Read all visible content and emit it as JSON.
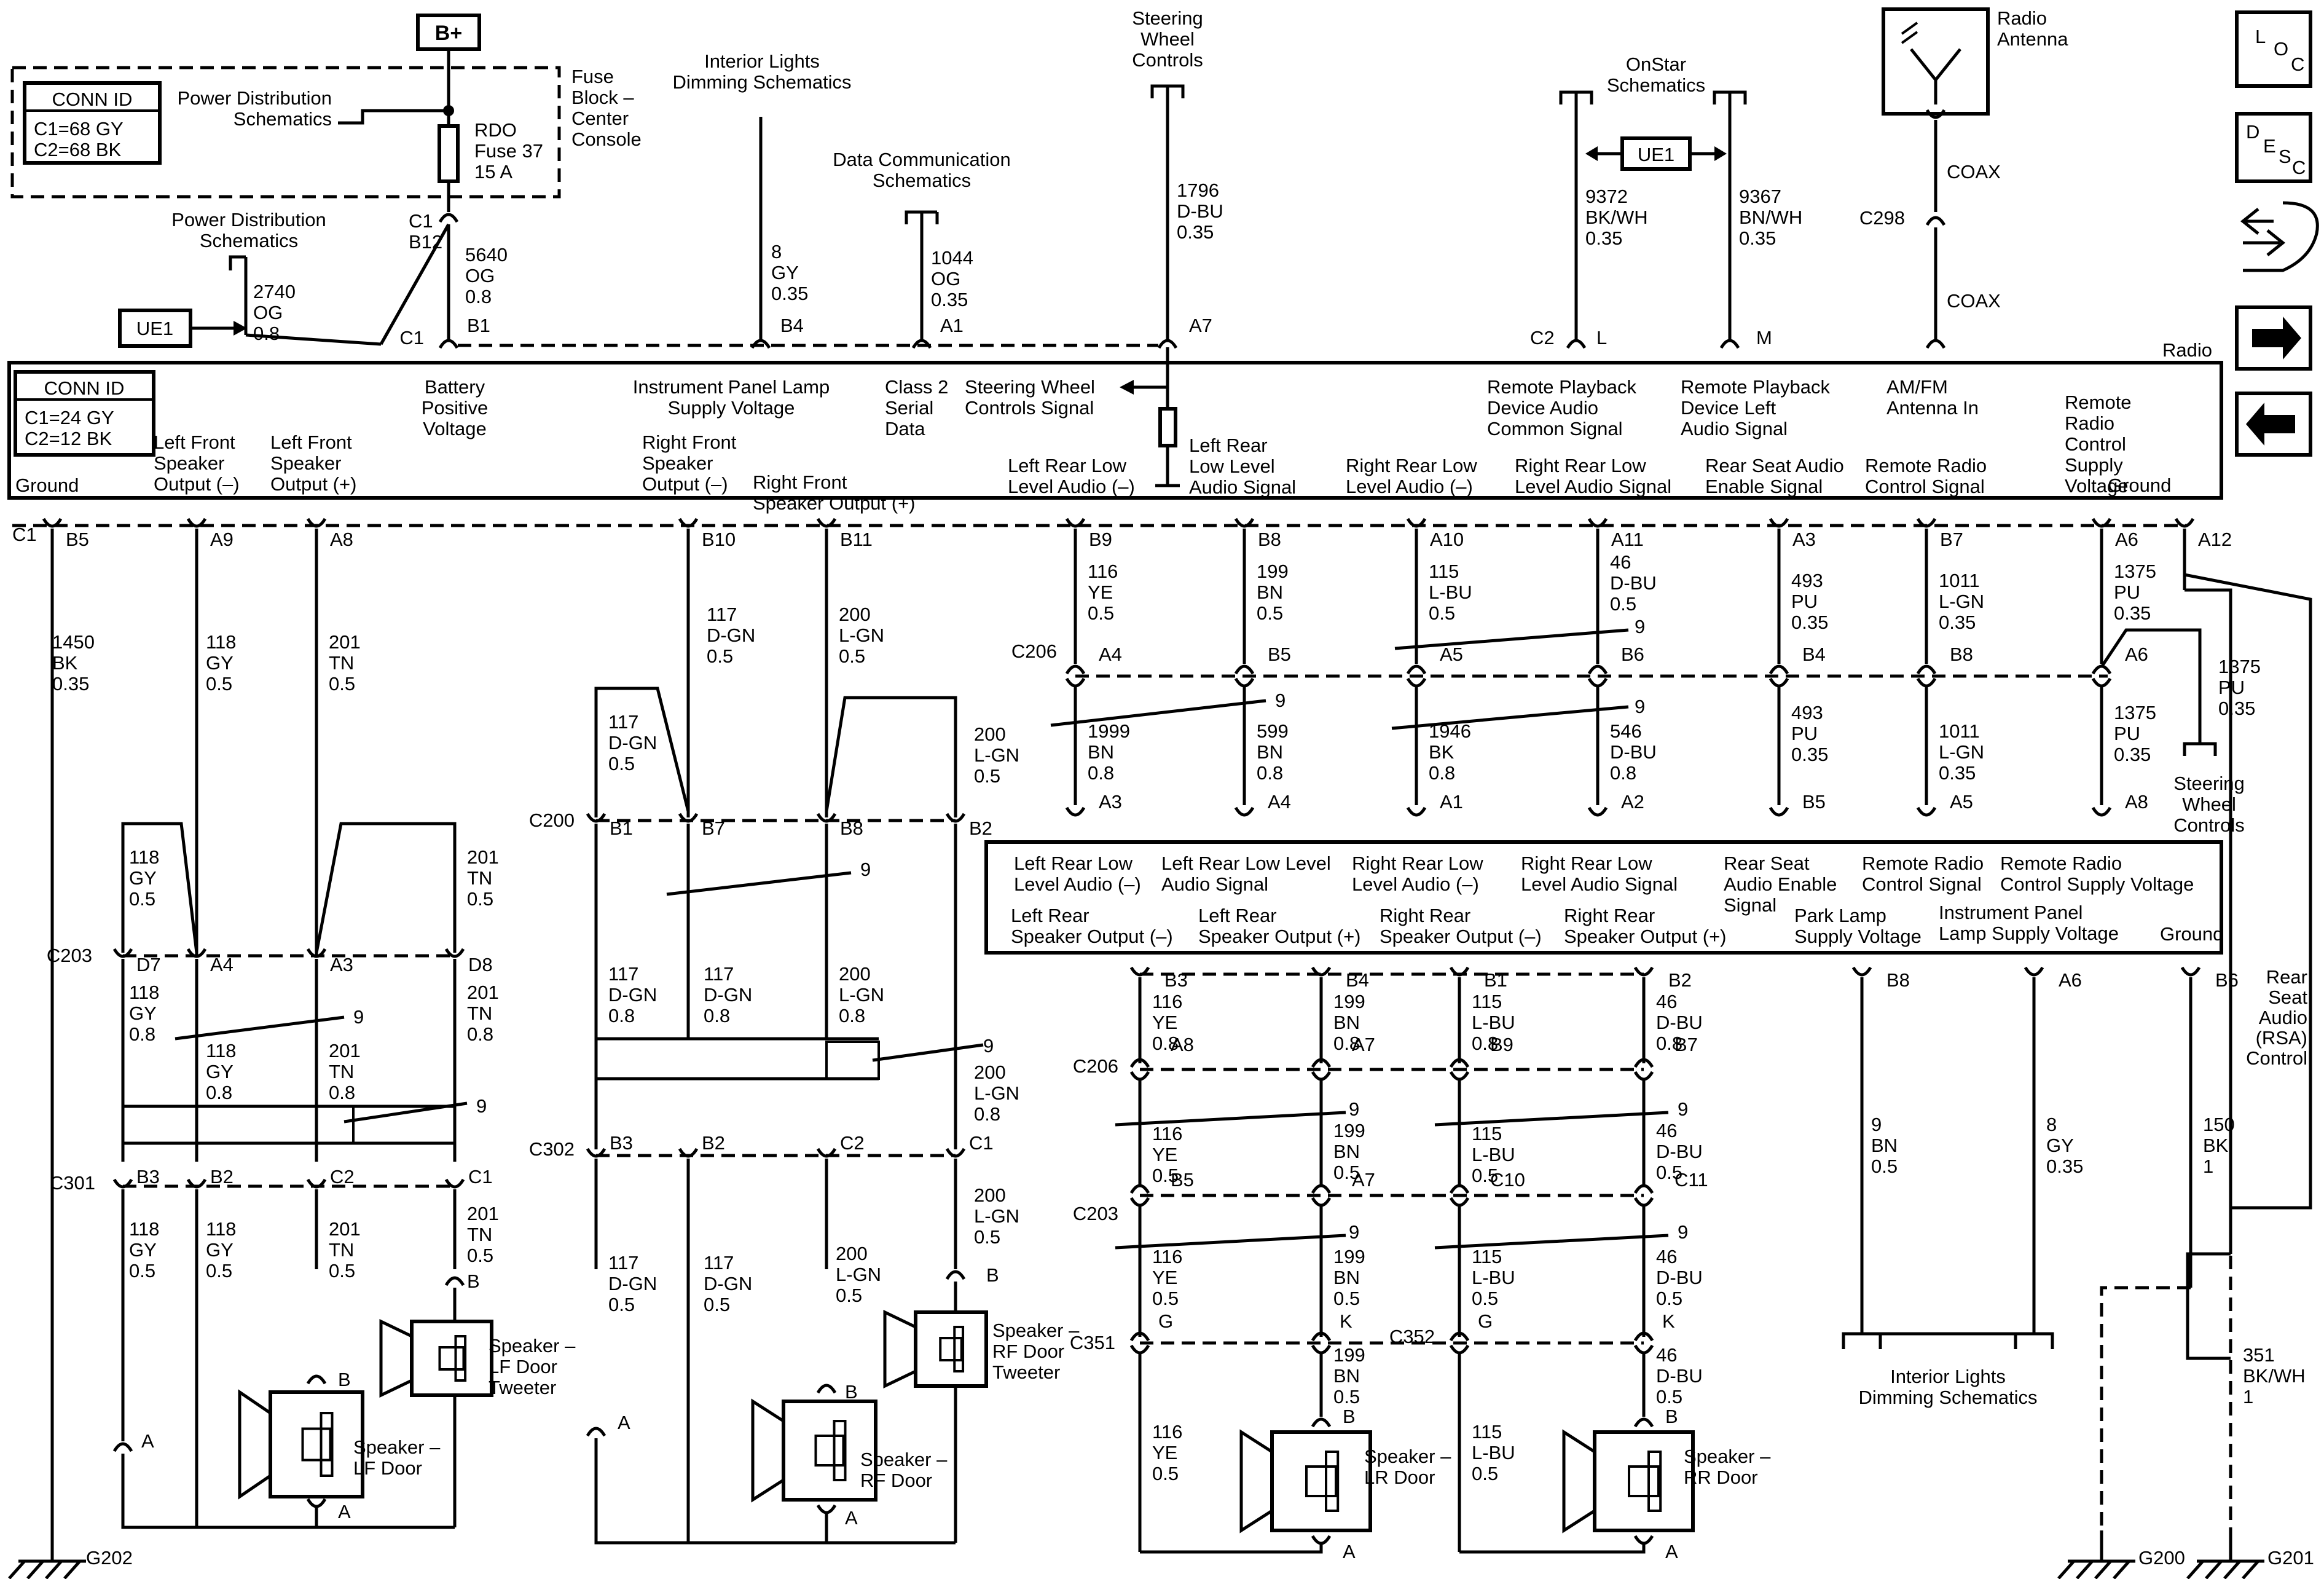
{
  "top": {
    "bplus": "B+",
    "fuse_block_label": [
      "Fuse",
      "Block –",
      "Center",
      "Console"
    ],
    "conn_id_top": {
      "title": "CONN ID",
      "lines": [
        "C1=68 GY",
        "C2=68 BK"
      ]
    },
    "power_dist_1": [
      "Power Distribution",
      "Schematics"
    ],
    "fuse": [
      "RDO",
      "Fuse 37",
      "15 A"
    ],
    "power_dist_2": [
      "Power Distribution",
      "Schematics"
    ],
    "wire_2740": [
      "2740",
      "OG",
      "0.8"
    ],
    "wire_5640": [
      "5640",
      "OG",
      "0.8"
    ],
    "ue1_left": "UE1",
    "c1_b12": [
      "C1",
      "B12"
    ],
    "interior_lights": [
      "Interior Lights",
      "Dimming Schematics"
    ],
    "wire_8gy": [
      "8",
      "GY",
      "0.35"
    ],
    "data_comm": [
      "Data Communication",
      "Schematics"
    ],
    "wire_1044": [
      "1044",
      "OG",
      "0.35"
    ],
    "steering_wheel_top": [
      "Steering",
      "Wheel",
      "Controls"
    ],
    "wire_1796": [
      "1796",
      "D-BU",
      "0.35"
    ],
    "onstar": [
      "OnStar",
      "Schematics"
    ],
    "ue1_mid": "UE1",
    "wire_9372": [
      "9372",
      "BK/WH",
      "0.35"
    ],
    "wire_9367": [
      "9367",
      "BN/WH",
      "0.35"
    ],
    "radio_antenna": [
      "Radio",
      "Antenna"
    ],
    "coax1": "COAX",
    "c298": "C298",
    "coax2": "COAX"
  },
  "radio": {
    "title": "Radio",
    "conn_id": {
      "title": "CONN ID",
      "lines": [
        "C1=24 GY",
        "C2=12 BK"
      ]
    },
    "top_pins": {
      "c1": "C1",
      "b1": "B1",
      "b4": "B4",
      "a1": "A1",
      "a7": "A7",
      "c2": "C2",
      "l": "L",
      "m": "M"
    },
    "labels": {
      "battery": [
        "Battery",
        "Positive",
        "Voltage"
      ],
      "ip_lamp": [
        "Instrument Panel Lamp",
        "Supply Voltage"
      ],
      "class2": [
        "Class 2",
        "Serial",
        "Data"
      ],
      "swc_signal": [
        "Steering Wheel",
        "Controls Signal"
      ],
      "remote_common": [
        "Remote Playback",
        "Device Audio",
        "Common Signal"
      ],
      "remote_left": [
        "Remote Playback",
        "Device Left",
        "Audio Signal"
      ],
      "amfm": [
        "AM/FM",
        "Antenna In"
      ],
      "ground": "Ground",
      "lf_out_neg": [
        "Left Front",
        "Speaker",
        "Output (–)"
      ],
      "lf_out_pos": [
        "Left Front",
        "Speaker",
        "Output (+)"
      ],
      "rf_out_neg": [
        "Right Front",
        "Speaker",
        "Output (–)"
      ],
      "rf_out_pos": [
        "Right Front",
        "Speaker Output (+)"
      ],
      "lr_low_neg": [
        "Left Rear Low",
        "Level Audio (–)"
      ],
      "lr_low_sig": [
        "Left Rear",
        "Low Level",
        "Audio Signal"
      ],
      "rr_low_neg": [
        "Right Rear Low",
        "Level Audio (–)"
      ],
      "rr_low_sig": [
        "Right Rear Low",
        "Level Audio Signal"
      ],
      "rsa_enable": [
        "Rear Seat Audio",
        "Enable Signal"
      ],
      "remote_radio": [
        "Remote Radio",
        "Control Signal"
      ],
      "remote_supply": [
        "Remote",
        "Radio",
        "Control",
        "Supply",
        "Voltage"
      ],
      "ground2": "Ground"
    },
    "bottom_pins": [
      "C1",
      "B5",
      "A9",
      "A8",
      "B10",
      "B11",
      "B9",
      "B8",
      "A10",
      "A11",
      "A3",
      "B7",
      "A6",
      "A12"
    ]
  },
  "wires_mid": {
    "w1450": [
      "1450",
      "BK",
      "0.35"
    ],
    "w118a": [
      "118",
      "GY",
      "0.5"
    ],
    "w201a": [
      "201",
      "TN",
      "0.5"
    ],
    "w117a": [
      "117",
      "D-GN",
      "0.5"
    ],
    "w200a": [
      "200",
      "L-GN",
      "0.5"
    ],
    "w116a": [
      "116",
      "YE",
      "0.5"
    ],
    "w199a": [
      "199",
      "BN",
      "0.5"
    ],
    "w115a": [
      "115",
      "L-BU",
      "0.5"
    ],
    "w46a": [
      "46",
      "D-BU",
      "0.5"
    ],
    "w493a": [
      "493",
      "PU",
      "0.35"
    ],
    "w1011a": [
      "1011",
      "L-GN",
      "0.35"
    ],
    "w1375a": [
      "1375",
      "PU",
      "0.35"
    ],
    "w1375b": [
      "1375",
      "PU",
      "0.35"
    ],
    "c206": "C206",
    "c206_pins": [
      "A4",
      "B5",
      "A5",
      "B6",
      "B4",
      "B8",
      "A6"
    ],
    "w1999": [
      "1999",
      "BN",
      "0.8"
    ],
    "w599": [
      "599",
      "BN",
      "0.8"
    ],
    "w1946": [
      "1946",
      "BK",
      "0.8"
    ],
    "w546": [
      "546",
      "D-BU",
      "0.8"
    ],
    "w493b": [
      "493",
      "PU",
      "0.35"
    ],
    "w1011b": [
      "1011",
      "L-GN",
      "0.35"
    ],
    "w1375c": [
      "1375",
      "PU",
      "0.35"
    ],
    "swc_bottom": [
      "Steering",
      "Wheel",
      "Controls"
    ],
    "rsa_top_pins": [
      "A3",
      "A4",
      "A1",
      "A2",
      "B5",
      "A5",
      "A8"
    ],
    "nine": "9"
  },
  "rsa": {
    "top_labels": {
      "lr_low_neg": [
        "Left Rear Low",
        "Level Audio (–)"
      ],
      "lr_low_sig": [
        "Left Rear Low Level",
        "Audio Signal"
      ],
      "rr_low_neg": [
        "Right Rear Low",
        "Level Audio (–)"
      ],
      "rr_low_sig": [
        "Right Rear Low",
        "Level Audio Signal"
      ],
      "rsa_enable": [
        "Rear Seat",
        "Audio Enable",
        "Signal"
      ],
      "remote_radio": [
        "Remote Radio",
        "Control Signal"
      ],
      "remote_supply": [
        "Remote Radio",
        "Control Supply Voltage"
      ]
    },
    "bottom_labels": {
      "lr_out_neg": [
        "Left Rear",
        "Speaker Output (–)"
      ],
      "lr_out_pos": [
        "Left Rear",
        "Speaker Output (+)"
      ],
      "rr_out_neg": [
        "Right Rear",
        "Speaker Output (–)"
      ],
      "rr_out_pos": [
        "Right Rear",
        "Speaker Output (+)"
      ],
      "park_lamp": [
        "Park Lamp",
        "Supply Voltage"
      ],
      "ip_lamp": [
        "Instrument Panel",
        "Lamp Supply Voltage"
      ],
      "ground": "Ground"
    },
    "title": [
      "Rear",
      "Seat",
      "Audio",
      "(RSA)",
      "Control"
    ],
    "bottom_pins": [
      "B3",
      "B4",
      "B1",
      "B2",
      "B8",
      "A6",
      "B6"
    ]
  },
  "lower_right": {
    "w116b": [
      "116",
      "YE",
      "0.8"
    ],
    "w199b": [
      "199",
      "BN",
      "0.8"
    ],
    "w115b": [
      "115",
      "L-BU",
      "0.8"
    ],
    "w46b": [
      "46",
      "D-BU",
      "0.8"
    ],
    "c206b": "C206",
    "c206b_pins": [
      "A8",
      "A7",
      "B9",
      "B7"
    ],
    "w116c": [
      "116",
      "YE",
      "0.5"
    ],
    "w199c": [
      "199",
      "BN",
      "0.5"
    ],
    "w115c": [
      "115",
      "L-BU",
      "0.5"
    ],
    "w46c": [
      "46",
      "D-BU",
      "0.5"
    ],
    "c203b": "C203",
    "c203b_pins": [
      "B5",
      "A7",
      "C10",
      "C11"
    ],
    "w116d": [
      "116",
      "YE",
      "0.5"
    ],
    "w199d": [
      "199",
      "BN",
      "0.5"
    ],
    "w115d": [
      "115",
      "L-BU",
      "0.5"
    ],
    "w46d": [
      "46",
      "D-BU",
      "0.5"
    ],
    "c351": "C351",
    "c352": "C352",
    "gk": [
      "G",
      "K",
      "G",
      "K"
    ],
    "w199e": [
      "199",
      "BN",
      "0.5"
    ],
    "w46e": [
      "46",
      "D-BU",
      "0.5"
    ],
    "w116e": [
      "116",
      "YE",
      "0.5"
    ],
    "w115e": [
      "115",
      "L-BU",
      "0.5"
    ],
    "spk_lr": [
      "Speaker –",
      "LR Door"
    ],
    "spk_rr": [
      "Speaker –",
      "RR Door"
    ],
    "w9bn": [
      "9",
      "BN",
      "0.5"
    ],
    "w8gy": [
      "8",
      "GY",
      "0.35"
    ],
    "w150": [
      "150",
      "BK",
      "1"
    ],
    "interior_lights_b": [
      "Interior Lights",
      "Dimming Schematics"
    ],
    "w351": [
      "351",
      "BK/WH",
      "1"
    ],
    "g200": "G200",
    "g201": "G201"
  },
  "lower_left": {
    "w118b": [
      "118",
      "GY",
      "0.5"
    ],
    "w201b": [
      "201",
      "TN",
      "0.5"
    ],
    "c203": "C203",
    "c203_pins": [
      "D7",
      "A4",
      "A3",
      "D8"
    ],
    "w118c": [
      "118",
      "GY",
      "0.8"
    ],
    "w118d": [
      "118",
      "GY",
      "0.8"
    ],
    "w201c": [
      "201",
      "TN",
      "0.8"
    ],
    "w201d": [
      "201",
      "TN",
      "0.8"
    ],
    "c301": "C301",
    "c301_pins": [
      "B3",
      "B2",
      "C2",
      "C1"
    ],
    "w118e": [
      "118",
      "GY",
      "0.5"
    ],
    "w118f": [
      "118",
      "GY",
      "0.5"
    ],
    "w201e": [
      "201",
      "TN",
      "0.5"
    ],
    "w201f": [
      "201",
      "TN",
      "0.5"
    ],
    "spk_lf_tw": [
      "Speaker –",
      "LF Door",
      "Tweeter"
    ],
    "spk_lf": [
      "Speaker –",
      "LF Door"
    ],
    "g202": "G202",
    "w117b": [
      "117",
      "D-GN",
      "0.5"
    ],
    "w200b": [
      "200",
      "L-GN",
      "0.5"
    ],
    "c200": "C200",
    "c200_pins": [
      "B1",
      "B7",
      "B8",
      "B2"
    ],
    "w117c": [
      "117",
      "D-GN",
      "0.8"
    ],
    "w117d": [
      "117",
      "D-GN",
      "0.8"
    ],
    "w200c": [
      "200",
      "L-GN",
      "0.8"
    ],
    "w200d": [
      "200",
      "L-GN",
      "0.8"
    ],
    "c302": "C302",
    "c302_pins": [
      "B3",
      "B2",
      "C2",
      "C1"
    ],
    "w117e": [
      "117",
      "D-GN",
      "0.5"
    ],
    "w117f": [
      "117",
      "D-GN",
      "0.5"
    ],
    "w200e": [
      "200",
      "L-GN",
      "0.5"
    ],
    "w200f": [
      "200",
      "L-GN",
      "0.5"
    ],
    "spk_rf_tw": [
      "Speaker –",
      "RF Door",
      "Tweeter"
    ],
    "spk_rf": [
      "Speaker –",
      "RF Door"
    ],
    "ab": [
      "A",
      "B"
    ]
  },
  "side_nav": {
    "loc": [
      "L",
      "O",
      "C"
    ],
    "desc": [
      "D",
      "E",
      "S",
      "C"
    ]
  }
}
